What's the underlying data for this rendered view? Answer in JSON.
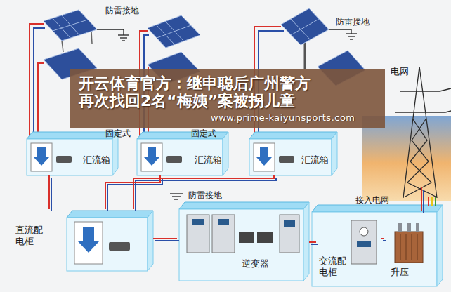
{
  "diagram": {
    "nodes": [
      {
        "text": [
          "汇流箱"
        ]
      },
      {
        "text": [
          "汇流箱"
        ]
      },
      {
        "text": [
          "汇流箱"
        ]
      },
      {
        "text": [
          "直流配 电柜"
        ]
      },
      {
        "text": [
          "逆变器"
        ]
      },
      {
        "text": [
          "交流配 电柜"
        ]
      },
      {
        "text": [
          "升压"
        ]
      },
      {
        "text": [
          "电网"
        ]
      }
    ],
    "edges": [
      {
        "from": 0,
        "to": 3,
        "arrow": "none"
      },
      {
        "from": 1,
        "to": 3,
        "arrow": "none"
      },
      {
        "from": 2,
        "to": 3,
        "arrow": "none"
      },
      {
        "from": 3,
        "to": 4,
        "arrow": "none"
      },
      {
        "from": 4,
        "to": 5,
        "arrow": "none"
      },
      {
        "from": 5,
        "to": 6,
        "arrow": "none"
      },
      {
        "from": 6,
        "to": 7,
        "arrow": "none"
      }
    ],
    "labels": [
      "防雷接地",
      "防雷接地",
      "开云体育官方：继申聪后广州警方 再次找回2名“梅姨”案被拐儿童",
      "www.prime-kaiyunsports.com",
      "固定式",
      "固定式",
      "防雷接地",
      "接入电网"
    ]
  }
}
